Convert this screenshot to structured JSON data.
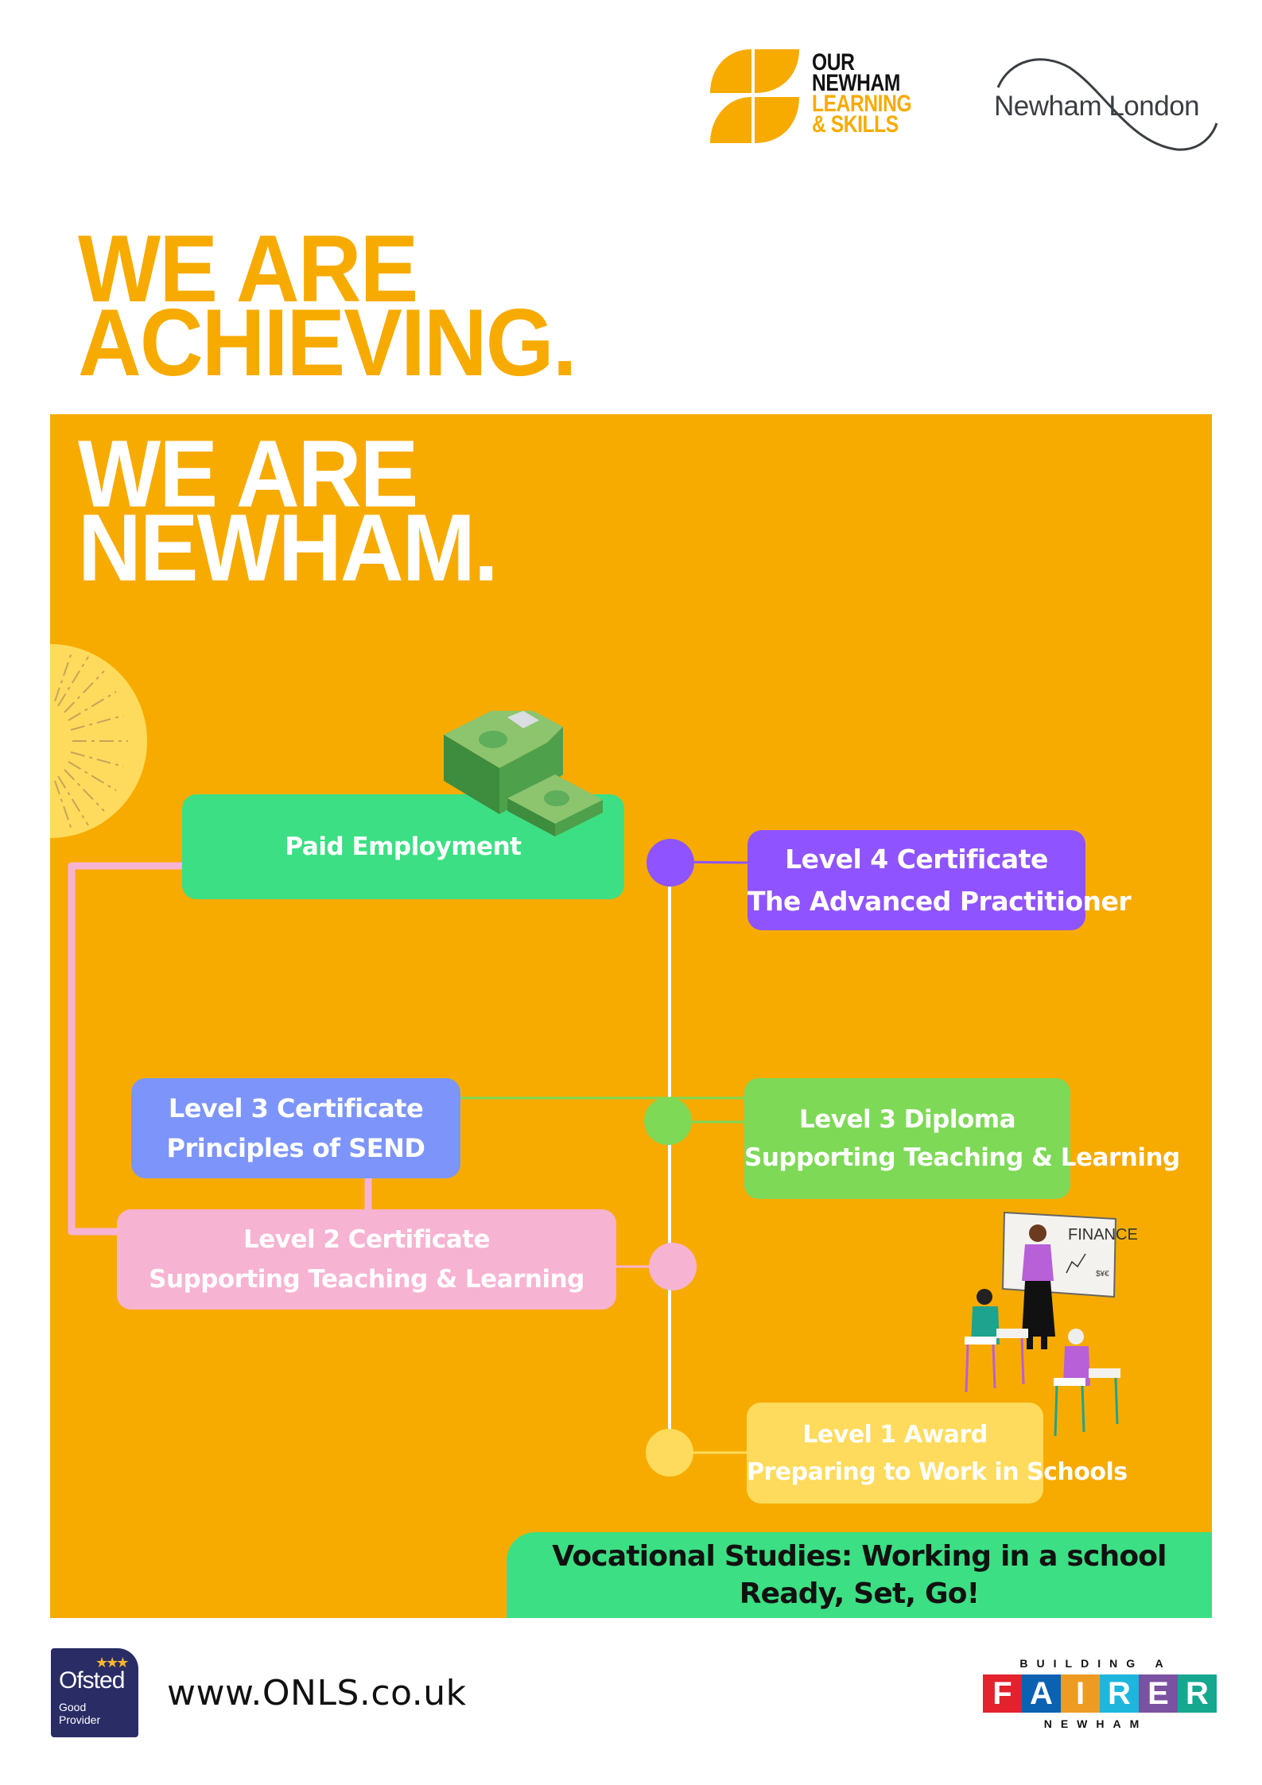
{
  "header": {
    "onls_logo": {
      "line1": "OUR",
      "line2": "NEWHAM",
      "line3": "LEARNING",
      "line4": "& SKILLS"
    },
    "newham_logo": {
      "text": "Newham London"
    }
  },
  "headline": {
    "line1": "WE ARE",
    "line2": "ACHIEVING.",
    "line3": "WE ARE",
    "line4": "NEWHAM."
  },
  "pathway": {
    "paid_employment": {
      "label": "Paid Employment",
      "color": "#3CDF83"
    },
    "level4": {
      "title": "Level 4 Certificate",
      "subtitle": "The Advanced Practitioner",
      "color": "#8F54FF"
    },
    "level3_cert": {
      "title": "Level 3 Certificate",
      "subtitle": "Principles of SEND",
      "color": "#7D95FA"
    },
    "level3_diploma": {
      "title": "Level 3 Diploma",
      "subtitle": "Supporting Teaching & Learning",
      "color": "#7ED957"
    },
    "level2": {
      "title": "Level 2 Certificate",
      "subtitle": "Supporting Teaching & Learning",
      "color": "#F7B3D2"
    },
    "level1": {
      "title": "Level 1 Award",
      "subtitle": "Preparing to Work in Schools",
      "color": "#FEDB5C"
    }
  },
  "illustration": {
    "whiteboard_text": "FINANCE",
    "whiteboard_sub": "$¥€"
  },
  "banner": {
    "line1": "Vocational Studies: Working in a school",
    "line2": "Ready, Set, Go!"
  },
  "footer": {
    "ofsted": {
      "name": "Ofsted",
      "rating1": "Good",
      "rating2": "Provider",
      "stars": "★★★"
    },
    "url": "www.ONLS.co.uk",
    "fairer": {
      "top": "BUILDING A",
      "letters": [
        "F",
        "A",
        "I",
        "R",
        "E",
        "R"
      ],
      "colors": [
        "#E3222E",
        "#0B62B2",
        "#EE9B23",
        "#1EB6DC",
        "#7B51A1",
        "#16A78F"
      ],
      "bottom": "NEWHAM"
    }
  },
  "colors": {
    "brand_orange": "#F7AB00",
    "panel_bg": "#F7AB00"
  }
}
